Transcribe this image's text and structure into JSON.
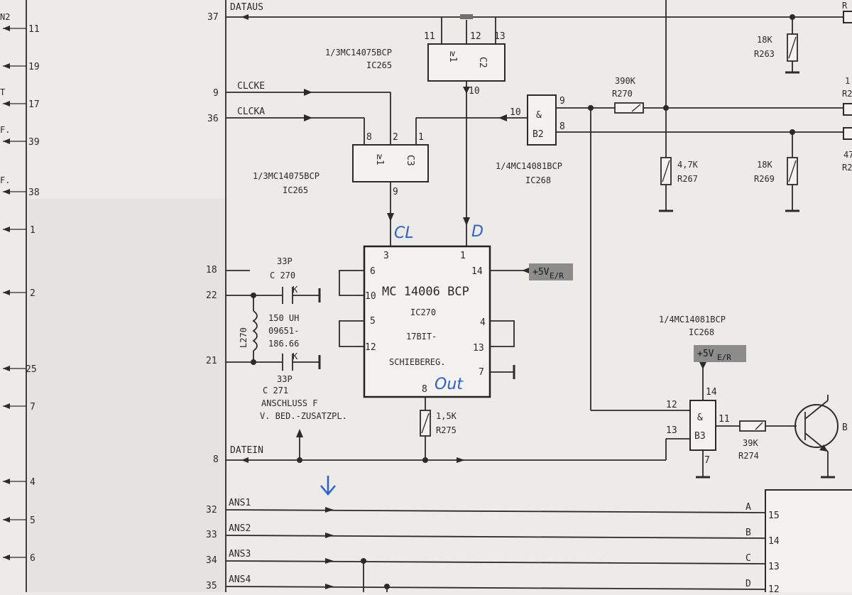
{
  "left_bus_pins": [
    "N2",
    "11",
    "19",
    "T",
    "17",
    "F.",
    "39",
    "F.",
    "38",
    "1",
    "2",
    "25",
    "7",
    "4",
    "5",
    "6"
  ],
  "row_numbers": [
    "37",
    "9",
    "36",
    "18",
    "22",
    "21",
    "8",
    "32",
    "33",
    "34",
    "35"
  ],
  "signals": {
    "dataus": "DATAUS",
    "clcke": "CLCKE",
    "clcka": "CLCKA",
    "datein": "DATEIN",
    "ans1": "ANS1",
    "ans2": "ANS2",
    "ans3": "ANS3",
    "ans4": "ANS4"
  },
  "gates": {
    "c2": {
      "part": "1/3MC14075BCP",
      "ic": "IC265",
      "sym": "≥1",
      "name": "C2",
      "pins": [
        "11",
        "12",
        "13",
        "10"
      ]
    },
    "c3": {
      "part": "1/3MC14075BCP",
      "ic": "IC265",
      "sym": "≥1",
      "name": "C3",
      "pins": [
        "8",
        "2",
        "1",
        "9"
      ]
    },
    "b2": {
      "part": "1/4MC14081BCP",
      "ic": "IC268",
      "sym": "&",
      "name": "B2",
      "pins": [
        "10",
        "9",
        "8"
      ]
    },
    "b3": {
      "part": "1/4MC14081BCP",
      "ic": "IC268",
      "sym": "&",
      "name": "B3",
      "pins": [
        "12",
        "13",
        "11",
        "14",
        "7"
      ]
    }
  },
  "chip": {
    "part": "MC 14006 BCP",
    "ic": "IC270",
    "line1": "17BIT-",
    "line2": "SCHIEBEREG.",
    "pins": [
      "3",
      "1",
      "6",
      "10",
      "5",
      "12",
      "14",
      "4",
      "13",
      "7",
      "8"
    ]
  },
  "power": {
    "label": "+5V",
    "sub": "E/R"
  },
  "resistors": {
    "r263": {
      "value": "18K",
      "ref": "R263"
    },
    "r270": {
      "value": "390K",
      "ref": "R270"
    },
    "r267": {
      "value": "4,7K",
      "ref": "R267"
    },
    "r269": {
      "value": "18K",
      "ref": "R269"
    },
    "r275": {
      "value": "1,5K",
      "ref": "R275"
    },
    "r274": {
      "value": "39K",
      "ref": "R274"
    }
  },
  "partial_right": [
    "R",
    "1",
    "R2",
    "47",
    "R2"
  ],
  "caps": {
    "c270": {
      "value": "33P",
      "ref": "C 270",
      "k": "K"
    },
    "c271": {
      "value": "33P",
      "ref": "C 271",
      "k": "K"
    }
  },
  "inductor": {
    "ref": "L270",
    "value": "150 UH",
    "line2": "09651-",
    "line3": "186.66"
  },
  "note": {
    "line1": "ANSCHLUSS F",
    "line2": "V. BED.-ZUSATZPL."
  },
  "connector": {
    "letters": [
      "A",
      "B",
      "C",
      "D"
    ],
    "pins": [
      "15",
      "14",
      "13",
      "12"
    ]
  },
  "transistor_label": "B",
  "handwritten": {
    "cl": "CL",
    "d": "D",
    "out": "Out"
  }
}
